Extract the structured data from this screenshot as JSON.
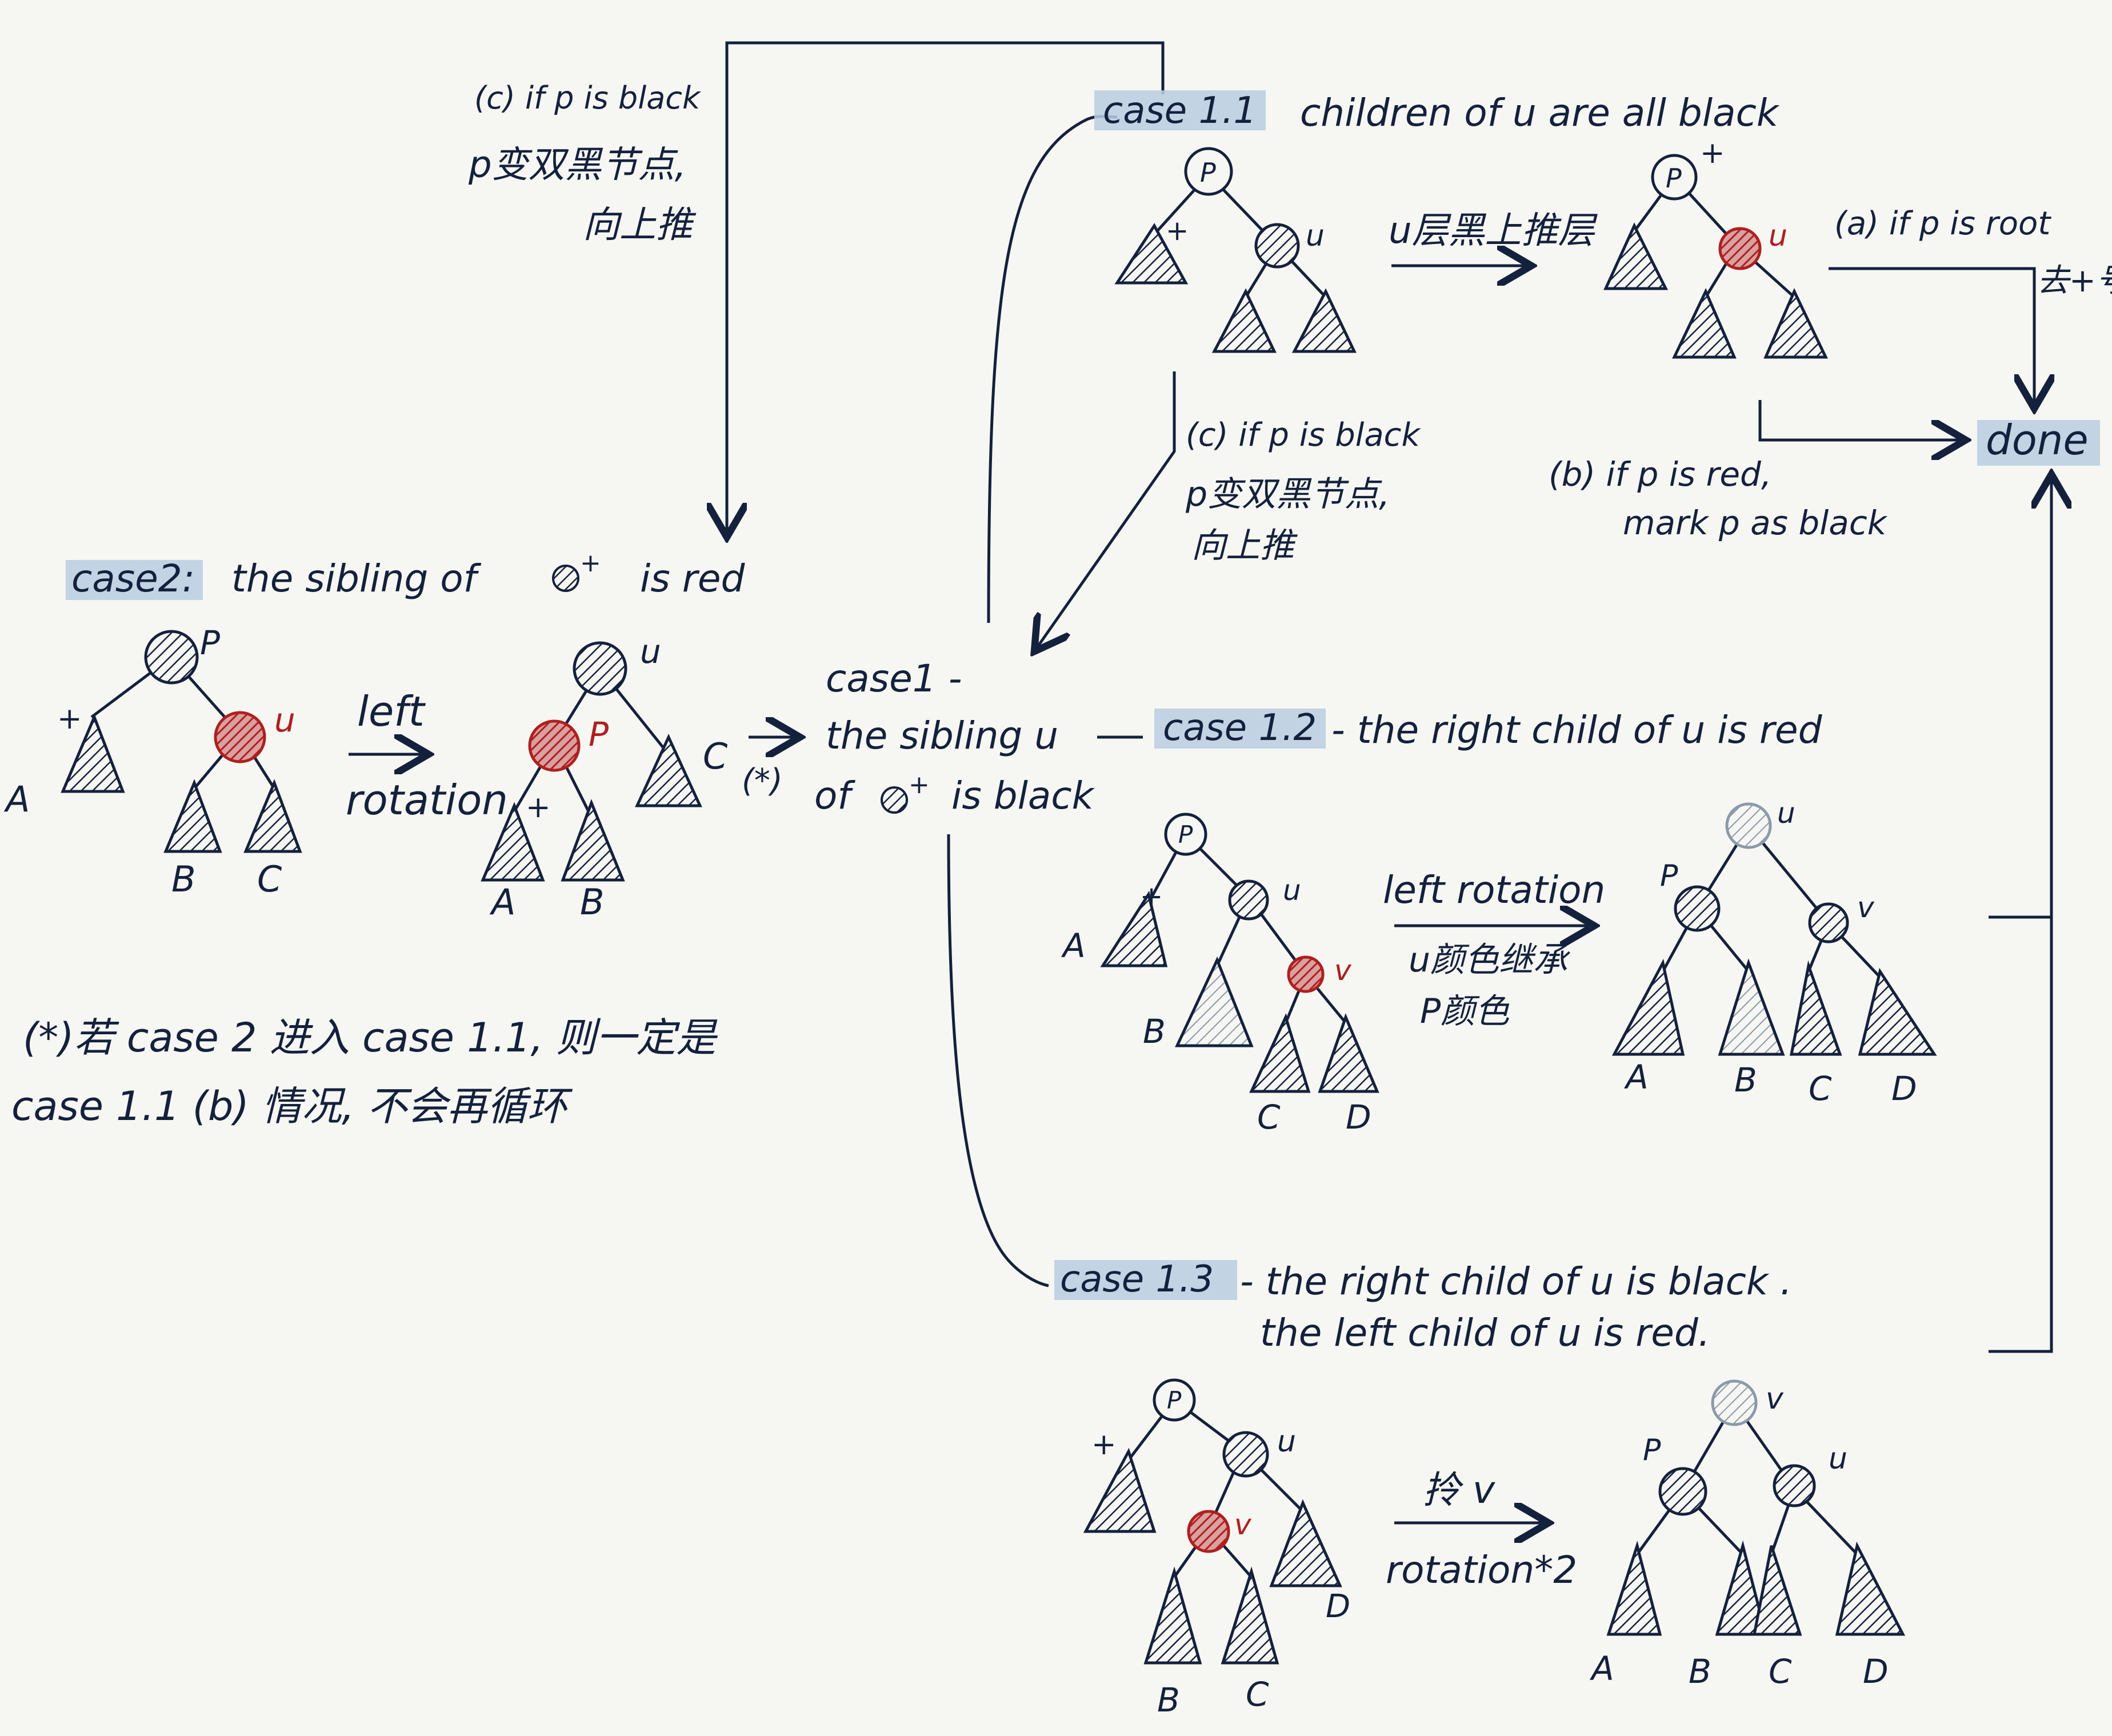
{
  "labels": {
    "case2_tag": "case2:",
    "case2_text": "the sibling of",
    "case2_tail": "is red",
    "case1_tag": "case1 -",
    "case1_line2": "the sibling u",
    "case1_line3": "of",
    "case1_tail": "is black",
    "case11_tag": "case 1.1",
    "case11_text": "children of u are all black",
    "case12_tag": "case 1.2",
    "case12_text": "- the right child of u is red",
    "case13_tag": "case 1.3",
    "case13_line1": "- the right child of u is black .",
    "case13_line2": "the left child of u is red.",
    "c_top_1": "(c) if p is black",
    "c_top_2": "p变双黑节点,",
    "c_top_3": "向上推",
    "c_mid_1": "(c) if p is black",
    "c_mid_2": "p变双黑节点,",
    "c_mid_3": "向上推",
    "a_1": "(a) if p is root",
    "a_2": "去+号",
    "b_1": "(b) if p is red,",
    "b_2": "mark p as black",
    "done": "done",
    "arrow_left": "left",
    "arrow_rotation": "rotation",
    "arrow_u_black_up": "u层黑上推层",
    "arrow_left_rotation": "left rotation",
    "arrow_u_color_inherit": "u颜色继承",
    "arrow_p_color": "P颜色",
    "arrow_lift_v": "拎 v",
    "arrow_rotation2": "rotation*2",
    "star_mark": "(*)",
    "note_line1": "(*)若 case 2 进入 case 1.1, 则一定是",
    "note_line2": "case 1.1 (b) 情况, 不会再循环",
    "plus": "+"
  },
  "nodes": {
    "p": "P",
    "u": "u",
    "v": "v",
    "A": "A",
    "B": "B",
    "C": "C",
    "D": "D"
  },
  "colors": {
    "ink": "#14213d",
    "red_node": "#b01e1e",
    "highlight": "#b9cde0",
    "paper": "#f6f6f3"
  }
}
